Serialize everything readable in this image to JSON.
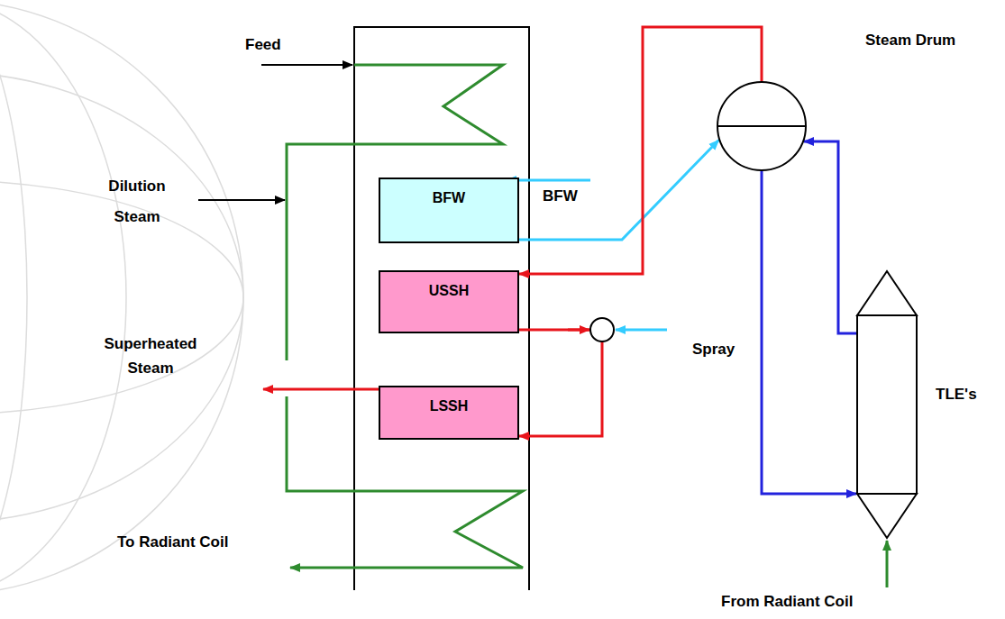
{
  "diagram": {
    "nodes": [
      {
        "text": [
          "BFW"
        ]
      },
      {
        "text": [
          "USSH"
        ]
      },
      {
        "text": [
          "LSSH"
        ]
      },
      {
        "text": [
          "Steam Drum"
        ]
      },
      {
        "text": [
          "TLE's"
        ]
      }
    ],
    "edges": [
      {
        "from": 0,
        "to": 3,
        "arrow": "to"
      },
      {
        "from": 3,
        "to": 1,
        "arrow": "to"
      },
      {
        "from": 1,
        "to": 2,
        "arrow": "to"
      },
      {
        "from": 3,
        "to": 4,
        "arrow": "to"
      },
      {
        "from": 4,
        "to": 3,
        "arrow": "to"
      }
    ],
    "labels": [
      "Feed",
      "BFW",
      "Dilution Steam",
      "Superheated Steam",
      "Spray",
      "To Radiant Coil",
      "From Radiant Coil"
    ]
  }
}
